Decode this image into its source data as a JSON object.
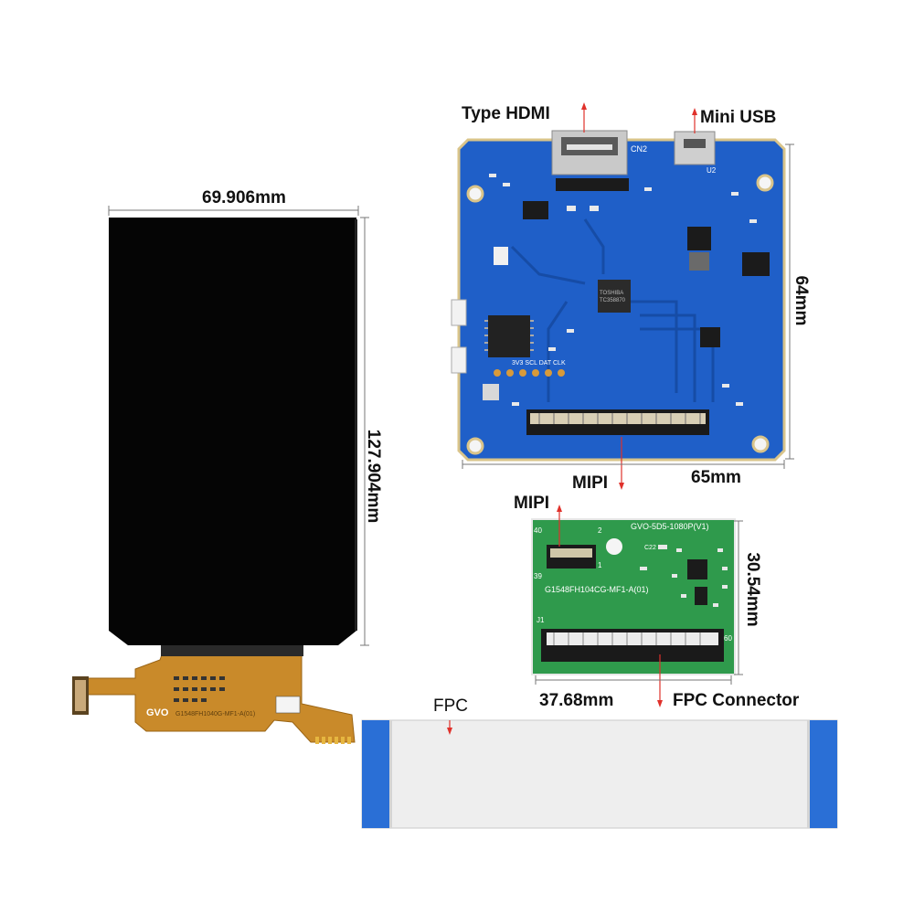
{
  "labels": {
    "lcd_width": "69.906mm",
    "lcd_height": "127.904mm",
    "board_hdmi": "Type HDMI",
    "board_usb": "Mini USB",
    "board_height": "64mm",
    "board_width": "65mm",
    "mipi_top": "MIPI",
    "mipi_left": "MIPI",
    "adapter_height": "30.54mm",
    "adapter_width": "37.68mm",
    "fpc_connector": "FPC Connector",
    "fpc": "FPC"
  },
  "printed_marks": {
    "flex_logo": "GVO",
    "flex_part": "G1548FH1040G-MF1-A(01)",
    "adapter_top": "GVO-5D5-1080P(V1)",
    "adapter_part": "G1548FH104CG-MF1-A(01)",
    "adapter_pin40": "40",
    "adapter_pin2": "2",
    "adapter_pin39": "39",
    "adapter_pin1": "1",
    "adapter_pin60": "60",
    "adapter_conn": "J1",
    "adapter_c22": "C22",
    "chip_brand": "TOSHIBA",
    "cn2": "CN2",
    "u2": "U2",
    "dbg_pins": "3V3  SCL  DAT  CLK",
    "hdmi_chip": "TC358870"
  },
  "colors": {
    "pcb_blue": "#1f5fc8",
    "adapter_green": "#2f9a4c",
    "flex_orange": "#c98a2a",
    "lcd_black": "#050505",
    "fpc_tab_blue": "#2a6fd6",
    "arrow_red": "#e0312b"
  }
}
